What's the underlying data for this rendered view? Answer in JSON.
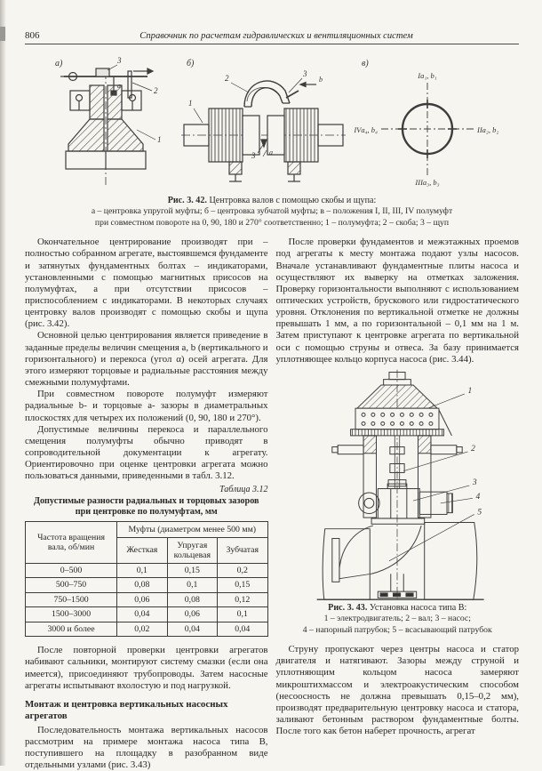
{
  "page": {
    "number": "806",
    "running_title": "Справочник по расчетам гидравлических и вентиляционных систем"
  },
  "figure_342": {
    "part_labels": {
      "a": "а)",
      "b": "б)",
      "v": "в)"
    },
    "callouts": {
      "c1": "1",
      "c2": "2",
      "c3": "3",
      "ca": "а",
      "cb": "b"
    },
    "positions": {
      "top": "Iа₁, b₁",
      "right": "IIа₂, b₂",
      "bottom": "IIIа₃, b₃",
      "left": "IVа₄, b₄"
    },
    "caption_bold": "Рис. 3. 42.",
    "caption_rest": " Центровка валов с помощью скобы и щупа:",
    "caption_line2": "а – центровка упругой муфты; б – центровка зубчатой муфты; в – положения I, II, III, IV полумуфт",
    "caption_line3": "при совместном повороте на 0, 90, 180 и 270° соответственно; 1 – полумуфта; 2 – скоба; 3 – щуп"
  },
  "left_column": {
    "paragraphs": [
      "Окончательное центрирование производят при – полностью собранном агрегате, выстоявшемся фундаменте и затянутых фундаментных болтах – индикаторами, установленными с помощью магнитных присосов на полумуфтах, а при отсутствии присосов – приспособлением с индикаторами. В некоторых случаях центровку валов производят с помощью скобы и щупа (рис. 3.42).",
      "Основной целью центрирования является приведение в заданные пределы величин смещения a, b (вертикального и горизонтального) и перекоса (угол α) осей агрегата. Для этого измеряют торцовые и радиальные расстояния между смежными полумуфтами.",
      "При совместном повороте полумуфт измеряют радиальные b- и торцовые a- зазоры в диаметральных плоскостях для четырех их положений (0, 90, 180 и 270°).",
      "Допустимые величины перекоса и параллельного смещения полумуфты обычно приводят в сопроводительной документации к агрегату. Ориентировочно при оценке центровки агрегата можно пользоваться данными, приведенными в табл. 3.12."
    ],
    "table_label": "Таблица 3.12",
    "table_title": "Допустимые разности радиальных и торцовых зазоров при центровке по полумуфтам, мм",
    "table": {
      "col1_header": "Частота вращения вала, об/мин",
      "group_header": "Муфты (диаметром менее 500 мм)",
      "sub_headers": [
        "Жесткая",
        "Упругая кольцевая",
        "Зубчатая"
      ],
      "rows": [
        [
          "0–500",
          "0,1",
          "0,15",
          "0,2"
        ],
        [
          "500–750",
          "0,08",
          "0,1",
          "0,15"
        ],
        [
          "750–1500",
          "0,06",
          "0,08",
          "0,12"
        ],
        [
          "1500–3000",
          "0,04",
          "0,06",
          "0,1"
        ],
        [
          "3000 и более",
          "0,02",
          "0,04",
          "0,04"
        ]
      ]
    },
    "paragraph_after_table": "После повторной проверки центровки агрегатов набивают сальники, монтируют систему смазки (если она имеется), присоединяют трубопроводы. Затем насосные агрегаты испытывают вхолостую и под нагрузкой.",
    "section_heading": "Монтаж и центровка вертикальных насосных агрегатов",
    "last_paragraph": "Последовательность монтажа вертикальных насосов рассмотрим на примере монтажа насоса типа В, поступившего на площадку в разобранном виде отдельными узлами (рис. 3.43)"
  },
  "right_column": {
    "paragraph1": "После проверки фундаментов и межэтажных проемов под агрегаты к месту монтажа подают узлы насосов. Вначале устанавливают фундаментные плиты насоса и осуществляют их выверку на отметках заложения. Проверку горизонтальности выполняют с использованием оптических устройств, брускового или гидростатического уровня. Отклонения по вертикальной отметке не должны превышать 1 мм, а по горизонтальной – 0,1 мм на 1 м. Затем приступают к центровке агрегата по вертикальной оси с помощью струны и отвеса. За базу принимается уплотняющее кольцо корпуса насоса (рис. 3.44).",
    "paragraph2": "Струну пропускают через центры насоса и статор двигателя и натягивают. Зазоры между струной и уплотняющим кольцом насоса замеряют микроштихмассом и электроакустическим способом (несоосность не должна превышать 0,15–0,2 мм), производят предварительную центровку насоса и статора, заливают бетонным раствором фундаментные болты. После того как бетон наберет прочность, агрегат"
  },
  "figure_343": {
    "callouts": {
      "c1": "1",
      "c2": "2",
      "c3": "3",
      "c4": "4",
      "c5": "5"
    },
    "caption_bold": "Рис. 3. 43.",
    "caption_rest": " Установка насоса типа В:",
    "caption_line2": "1 – электродвигатель; 2 – вал; 3 – насос;",
    "caption_line3": "4 – напорный патрубок; 5 – всасывающий патрубок"
  }
}
